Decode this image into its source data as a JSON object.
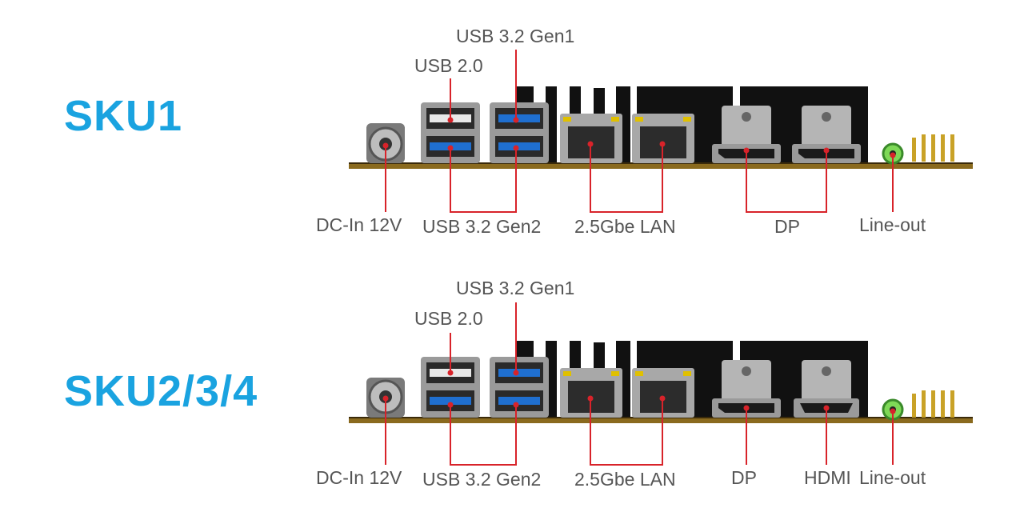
{
  "colors": {
    "title": "#1aa3e0",
    "callout_line": "#d8232a",
    "label_text": "#555555",
    "usb3": "#1f6fd0",
    "line_out_jack": "#7ed957"
  },
  "panels": [
    {
      "title": "SKU1",
      "labels": {
        "usb32_gen1": "USB 3.2 Gen1",
        "usb20": "USB 2.0",
        "dc_in": "DC-In 12V",
        "usb32_gen2": "USB 3.2 Gen2",
        "lan": "2.5Gbe LAN",
        "video": "DP",
        "line_out": "Line-out"
      }
    },
    {
      "title": "SKU2/3/4",
      "labels": {
        "usb32_gen1": "USB 3.2 Gen1",
        "usb20": "USB 2.0",
        "dc_in": "DC-In 12V",
        "usb32_gen2": "USB 3.2 Gen2",
        "lan": "2.5Gbe LAN",
        "dp": "DP",
        "hdmi": "HDMI",
        "line_out": "Line-out"
      }
    }
  ]
}
